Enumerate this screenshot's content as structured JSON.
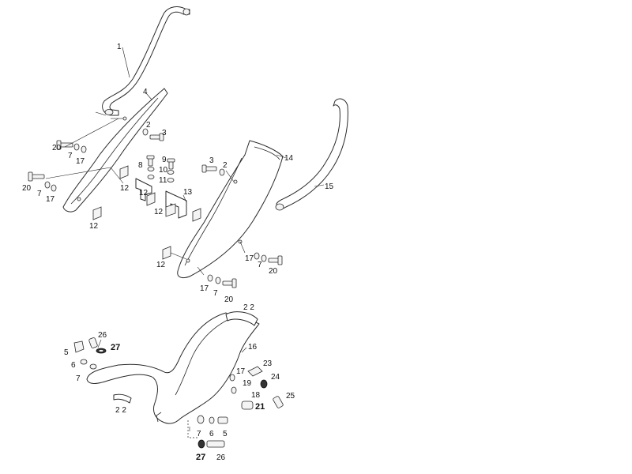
{
  "diagram": {
    "callouts": [
      {
        "id": "c1",
        "text": "1"
      },
      {
        "id": "c2",
        "text": "4"
      },
      {
        "id": "c3",
        "text": "2"
      },
      {
        "id": "c4",
        "text": "3"
      },
      {
        "id": "c5",
        "text": "20"
      },
      {
        "id": "c6",
        "text": "7"
      },
      {
        "id": "c7",
        "text": "17"
      },
      {
        "id": "c8",
        "text": "20"
      },
      {
        "id": "c9",
        "text": "7"
      },
      {
        "id": "c10",
        "text": "17"
      },
      {
        "id": "c11",
        "text": "8"
      },
      {
        "id": "c12",
        "text": "9"
      },
      {
        "id": "c13",
        "text": "10"
      },
      {
        "id": "c14",
        "text": "11"
      },
      {
        "id": "c15",
        "text": "12"
      },
      {
        "id": "c16",
        "text": "12"
      },
      {
        "id": "c17",
        "text": "13"
      },
      {
        "id": "c18",
        "text": "12"
      },
      {
        "id": "c19",
        "text": "12"
      },
      {
        "id": "c20",
        "text": "3"
      },
      {
        "id": "c21",
        "text": "2"
      },
      {
        "id": "c22",
        "text": "14"
      },
      {
        "id": "c23",
        "text": "15"
      },
      {
        "id": "c24",
        "text": "12"
      },
      {
        "id": "c25",
        "text": "17"
      },
      {
        "id": "c26",
        "text": "7"
      },
      {
        "id": "c27",
        "text": "20"
      },
      {
        "id": "c28",
        "text": "17"
      },
      {
        "id": "c29",
        "text": "7"
      },
      {
        "id": "c30",
        "text": "20"
      },
      {
        "id": "c31",
        "text": "2 2"
      },
      {
        "id": "c32",
        "text": "16"
      },
      {
        "id": "c33",
        "text": "26"
      },
      {
        "id": "c34",
        "text": "27"
      },
      {
        "id": "c35",
        "text": "5"
      },
      {
        "id": "c36",
        "text": "6"
      },
      {
        "id": "c37",
        "text": "7"
      },
      {
        "id": "c38",
        "text": "23"
      },
      {
        "id": "c39",
        "text": "17"
      },
      {
        "id": "c40",
        "text": "24"
      },
      {
        "id": "c41",
        "text": "19"
      },
      {
        "id": "c42",
        "text": "18"
      },
      {
        "id": "c43",
        "text": "25"
      },
      {
        "id": "c44",
        "text": "21"
      },
      {
        "id": "c45",
        "text": "2 2"
      },
      {
        "id": "c46",
        "text": "7"
      },
      {
        "id": "c47",
        "text": "6"
      },
      {
        "id": "c48",
        "text": "5"
      },
      {
        "id": "c49",
        "text": "27"
      },
      {
        "id": "c50",
        "text": "26"
      }
    ]
  }
}
